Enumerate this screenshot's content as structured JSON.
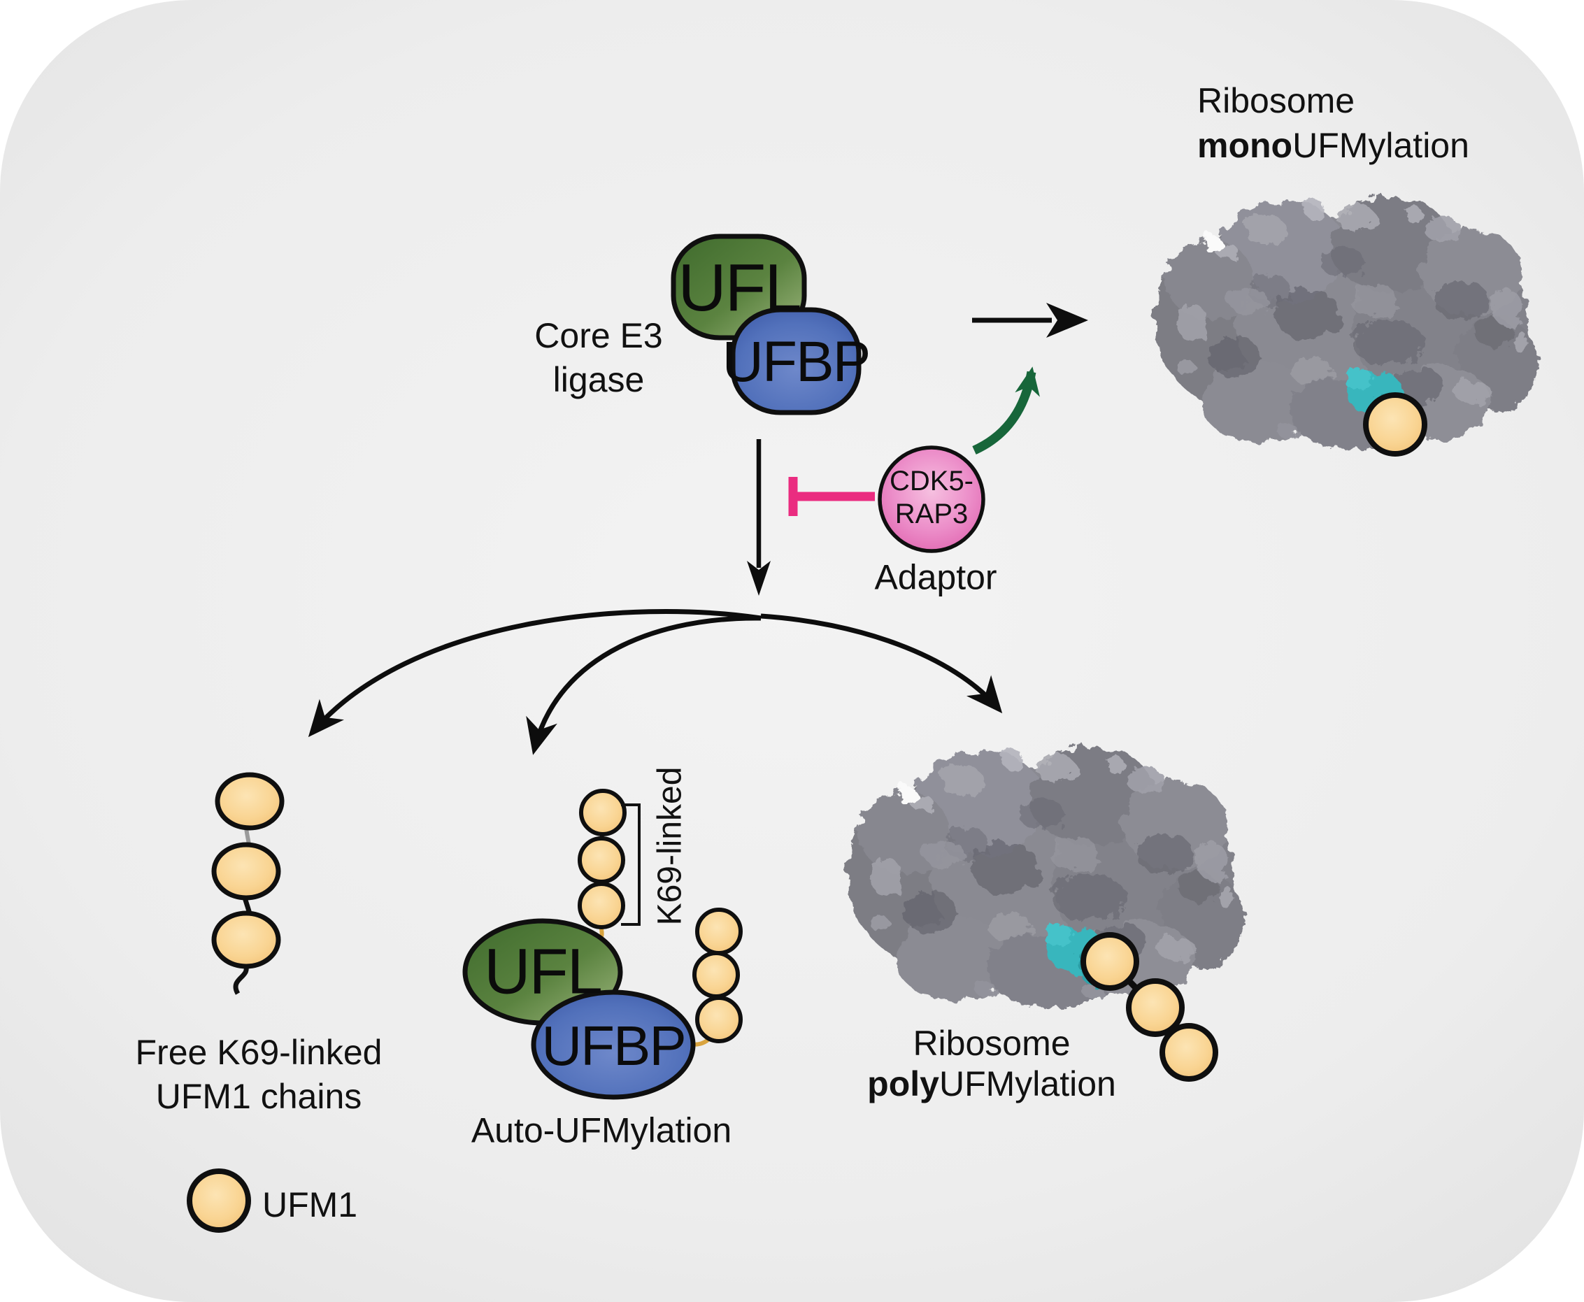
{
  "figure": {
    "background": {
      "page": "#ffffff",
      "panel_center": "#f3f3f3",
      "panel_edge": "#c3c3c4"
    },
    "palette": {
      "ufm1_yellow": "#f7cd85",
      "ufl_green": "#4e7a36",
      "ufbp_blue": "#4a68b2",
      "cdk5_pink": "#e36bb2",
      "inhibit_pink": "#ea2c80",
      "activate_green": "#17663a",
      "arrow_black": "#0d0d0d",
      "ribosome_gray": "#85858b",
      "site_cyan": "#38b6bd",
      "chain_link_gray": "#9a9a9a",
      "chain_link_tan": "#d9a43f",
      "outline_black": "#0f0f0f"
    },
    "labels": {
      "core_e3": {
        "line1": "Core E3",
        "line2": "ligase"
      },
      "ufl": "UFL",
      "ufbp": "UFBP",
      "cdk5": {
        "line1": "CDK5-",
        "line2": "RAP3"
      },
      "adaptor": "Adaptor",
      "mono_title": {
        "line1": "Ribosome",
        "bold": "mono",
        "rest": "UFMylation"
      },
      "free_chains": {
        "line1": "Free K69-linked",
        "line2": "UFM1 chains"
      },
      "k69": "K69-linked",
      "auto_ufl": "UFL",
      "auto_ufbp": "UFBP",
      "auto_title": "Auto-UFMylation",
      "poly_title": {
        "line1": "Ribosome",
        "bold": "poly",
        "rest": "UFMylation"
      },
      "legend_ufm1": "UFM1"
    }
  }
}
